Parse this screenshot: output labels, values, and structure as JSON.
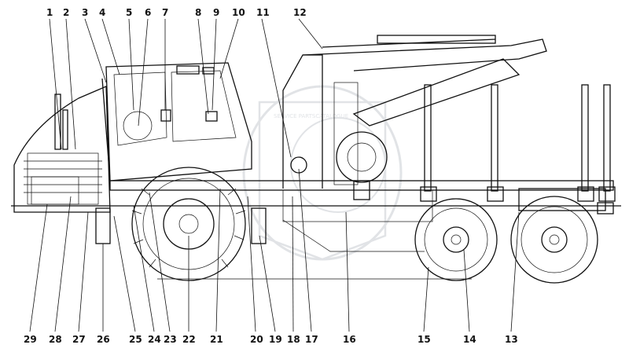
{
  "callouts_top": [
    "1",
    "2",
    "3",
    "4",
    "5",
    "6",
    "7",
    "8",
    "9",
    "10",
    "11",
    "12"
  ],
  "callouts_bottom": [
    "29",
    "28",
    "27",
    "26",
    "25",
    "24",
    "23",
    "22",
    "21",
    "20",
    "19",
    "18",
    "17",
    "16",
    "15",
    "14",
    "13"
  ],
  "watermark": {
    "text": "SERVICE PARTSCATALOGUE",
    "color": "#c9cdd3"
  },
  "colors": {
    "ink": "#111111",
    "background": "#ffffff"
  }
}
